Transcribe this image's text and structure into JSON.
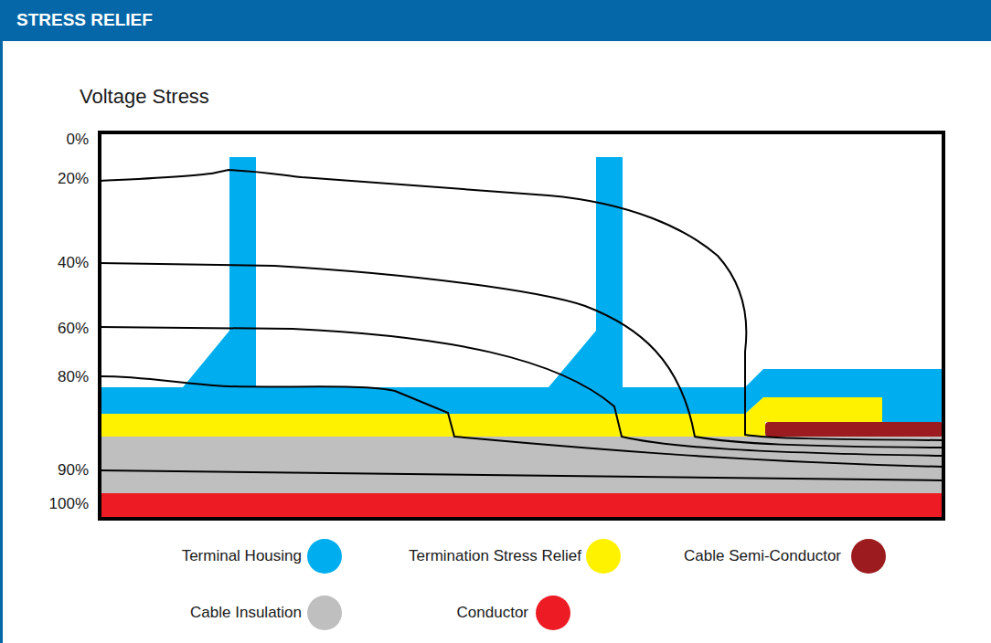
{
  "diagram": {
    "title": "STRESS RELIEF",
    "labels": [
      "Voltage Stress",
      "0%",
      "20%",
      "40%",
      "60%",
      "80%",
      "90%",
      "100%"
    ],
    "legend": [
      {
        "text": "Terminal Housing",
        "color": "#00AEEF"
      },
      {
        "text": "Termination Stress Relief",
        "color": "#FFF200"
      },
      {
        "text": "Cable Semi-Conductor",
        "color": "#9B1B1E"
      },
      {
        "text": "Cable Insulation",
        "color": "#BFBFBF"
      },
      {
        "text": "Conductor",
        "color": "#ED1C24"
      }
    ]
  }
}
